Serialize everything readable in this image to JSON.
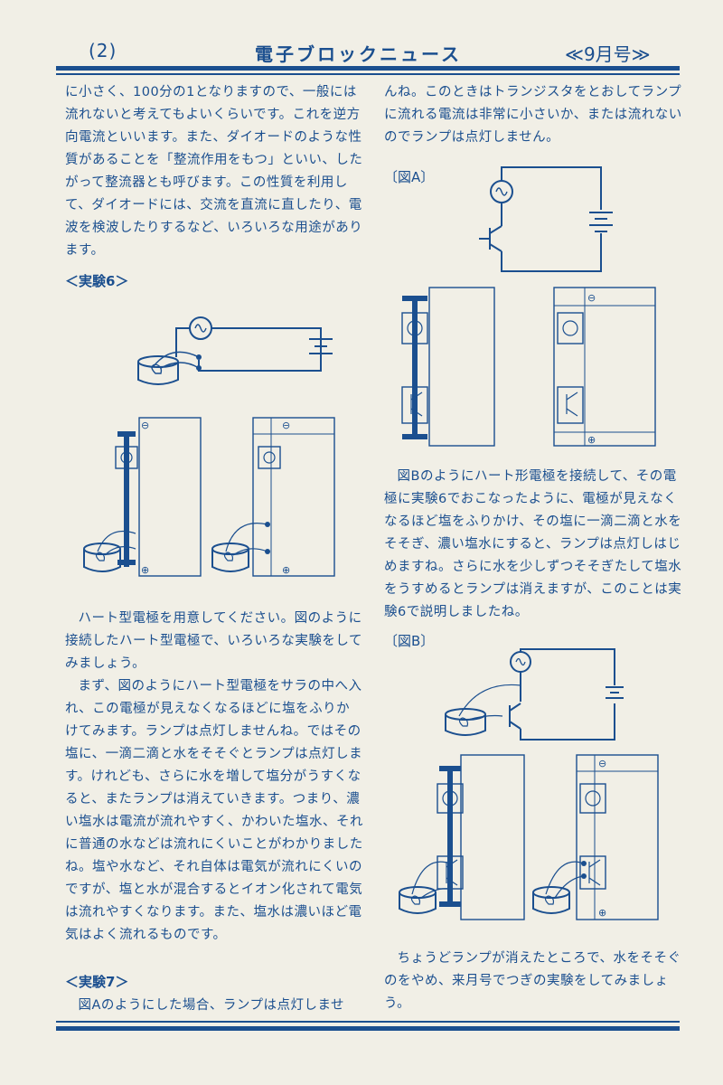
{
  "header": {
    "page": "(2)",
    "title": "電子ブロックニュース",
    "issue": "≪9月号≫"
  },
  "left_column": {
    "intro": "に小さく、100分の1となりますので、一般には流れないと考えてもよいくらいです。これを逆方向電流といいます。また、ダイオードのような性質があることを「整流作用をもつ」といい、したがって整流器とも呼びます。この性質を利用して、ダイオードには、交流を直流に直したり、電波を検波したりするなど、いろいろな用途があります。",
    "experiment6_title": "＜実験6＞",
    "para1": "ハート型電極を用意してください。図のように接続したハート型電極で、いろいろな実験をしてみましょう。",
    "para2": "まず、図のようにハート型電極をサラの中へ入れ、この電極が見えなくなるほどに塩をふりかけてみます。ランプは点灯しませんね。ではその塩に、一滴二滴と水をそそぐとランプは点灯します。けれども、さらに水を増して塩分がうすくなると、またランプは消えていきます。つまり、濃い塩水は電流が流れやすく、かわいた塩水、それに普通の水などは流れにくいことがわかりましたね。塩や水など、それ自体は電気が流れにくいのですが、塩と水が混合するとイオン化されて電気は流れやすくなります。また、塩水は濃いほど電気はよく流れるものです。",
    "experiment7_title": "＜実験7＞",
    "para3": "図Aのようにした場合、ランプは点灯しませ"
  },
  "right_column": {
    "para1": "んね。このときはトランジスタをとおしてランプに流れる電流は非常に小さいか、または流れないのでランプは点灯しません。",
    "figA_label": "〔図A〕",
    "para2": "図Bのようにハート形電極を接続して、その電極に実験6でおこなったように、電極が見えなくなるほど塩をふりかけ、その塩に一滴二滴と水をそそぎ、濃い塩水にすると、ランプは点灯しはじめますね。さらに水を少しずつそそぎたして塩水をうすめるとランプは消えますが、このことは実験6で説明しましたね。",
    "figB_label": "〔図B〕",
    "para3": "ちょうどランプが消えたところで、水をそそぐのをやめ、来月号でつぎの実験をしてみましょう。"
  },
  "block_symbols": {
    "minus": "⊖",
    "plus": "⊕"
  },
  "colors": {
    "ink": "#1b4f8f",
    "paper": "#f1efe6"
  }
}
